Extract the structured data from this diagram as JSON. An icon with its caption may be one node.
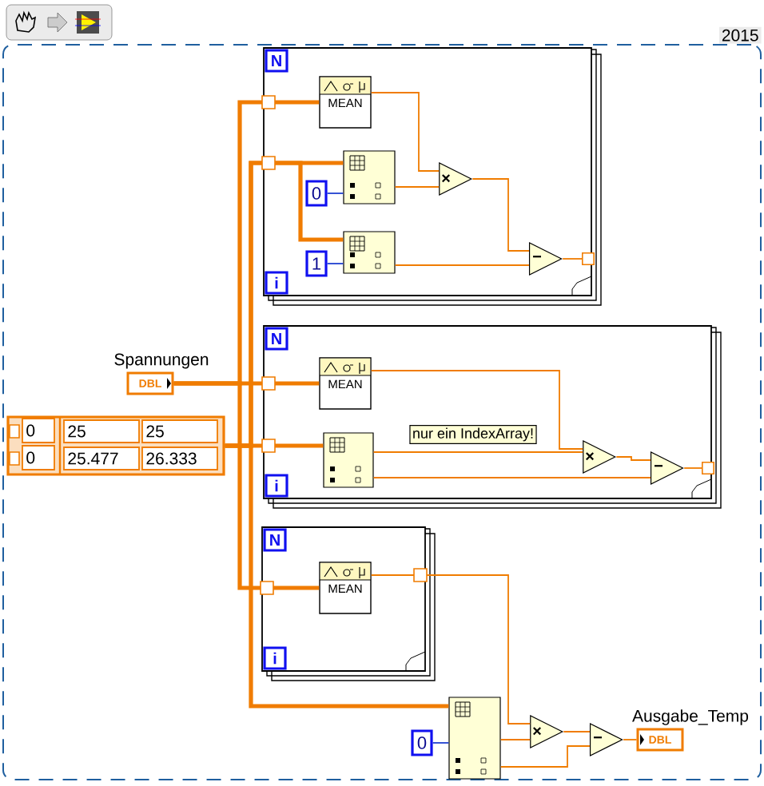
{
  "diagram": {
    "nodes": [
      {
        "text": [
          "2015"
        ]
      },
      {
        "text": [
          "N",
          "i"
        ],
        "in": 0
      },
      {
        "text": [
          "MEAN"
        ],
        "in": 1
      },
      {
        "text": [],
        "shape": "box",
        "in": 1
      },
      {
        "text": [
          "0"
        ],
        "in": 1
      },
      {
        "text": [],
        "shape": "box",
        "in": 1
      },
      {
        "text": [
          "1"
        ],
        "in": 1
      },
      {
        "text": [
          "×"
        ],
        "in": 1
      },
      {
        "text": [
          "−"
        ],
        "in": 1
      },
      {
        "text": [
          "N",
          "i"
        ],
        "in": 0
      },
      {
        "text": [
          "MEAN"
        ],
        "in": 9
      },
      {
        "text": [],
        "shape": "box",
        "in": 9
      },
      {
        "text": [
          "nur ein IndexArray!"
        ],
        "in": 9
      },
      {
        "text": [
          "×"
        ],
        "in": 9
      },
      {
        "text": [
          "−"
        ],
        "in": 9
      },
      {
        "text": [
          "N",
          "i"
        ],
        "in": 0
      },
      {
        "text": [
          "MEAN"
        ],
        "in": 15
      },
      {
        "text": [
          "DBL"
        ],
        "beside": [
          "Spannungen"
        ],
        "in": 0
      },
      {
        "text": [
          "0",
          "0",
          "25",
          "25",
          "25.477",
          "26.333"
        ],
        "in": 0
      },
      {
        "text": [],
        "shape": "box",
        "in": 0
      },
      {
        "text": [
          "0"
        ],
        "in": 0
      },
      {
        "text": [
          "×"
        ],
        "in": 0
      },
      {
        "text": [
          "−"
        ],
        "in": 0
      },
      {
        "text": [
          "DBL"
        ],
        "beside": [
          "Ausgabe_Temp"
        ],
        "in": 0
      }
    ],
    "edges": [
      {
        "from": 17,
        "to": 2,
        "arrow": "none",
        "style": "thick"
      },
      {
        "from": 17,
        "to": 10,
        "arrow": "none",
        "style": "thick"
      },
      {
        "from": 17,
        "to": 16,
        "arrow": "none",
        "style": "thick"
      },
      {
        "from": 18,
        "to": 3,
        "arrow": "none",
        "style": "thick"
      },
      {
        "from": 18,
        "to": 5,
        "arrow": "none",
        "style": "thick"
      },
      {
        "from": 18,
        "to": 11,
        "arrow": "none",
        "style": "thick"
      },
      {
        "from": 18,
        "to": 19,
        "arrow": "none",
        "style": "thick"
      },
      {
        "from": 4,
        "to": 3,
        "arrow": "none",
        "color": "#2040d0"
      },
      {
        "from": 6,
        "to": 5,
        "arrow": "none",
        "color": "#2040d0"
      },
      {
        "from": 20,
        "to": 19,
        "arrow": "none",
        "color": "#2040d0"
      },
      {
        "from": 2,
        "to": 7,
        "arrow": "none"
      },
      {
        "from": 3,
        "to": 7,
        "arrow": "none"
      },
      {
        "from": 7,
        "to": 8,
        "arrow": "none"
      },
      {
        "from": 5,
        "to": 8,
        "arrow": "none"
      },
      {
        "from": 10,
        "to": 13,
        "arrow": "none"
      },
      {
        "from": 11,
        "to": 13,
        "arrow": "none"
      },
      {
        "from": 11,
        "to": 14,
        "arrow": "none"
      },
      {
        "from": 13,
        "to": 14,
        "arrow": "none"
      },
      {
        "from": 16,
        "to": 21,
        "arrow": "none"
      },
      {
        "from": 19,
        "to": 21,
        "arrow": "none"
      },
      {
        "from": 19,
        "to": 22,
        "arrow": "none"
      },
      {
        "from": 21,
        "to": 22,
        "arrow": "none"
      },
      {
        "from": 22,
        "to": 23,
        "arrow": "none"
      },
      {
        "from": 8,
        "to": null,
        "arrow": "other"
      },
      {
        "from": 14,
        "to": null,
        "arrow": "other"
      }
    ]
  }
}
